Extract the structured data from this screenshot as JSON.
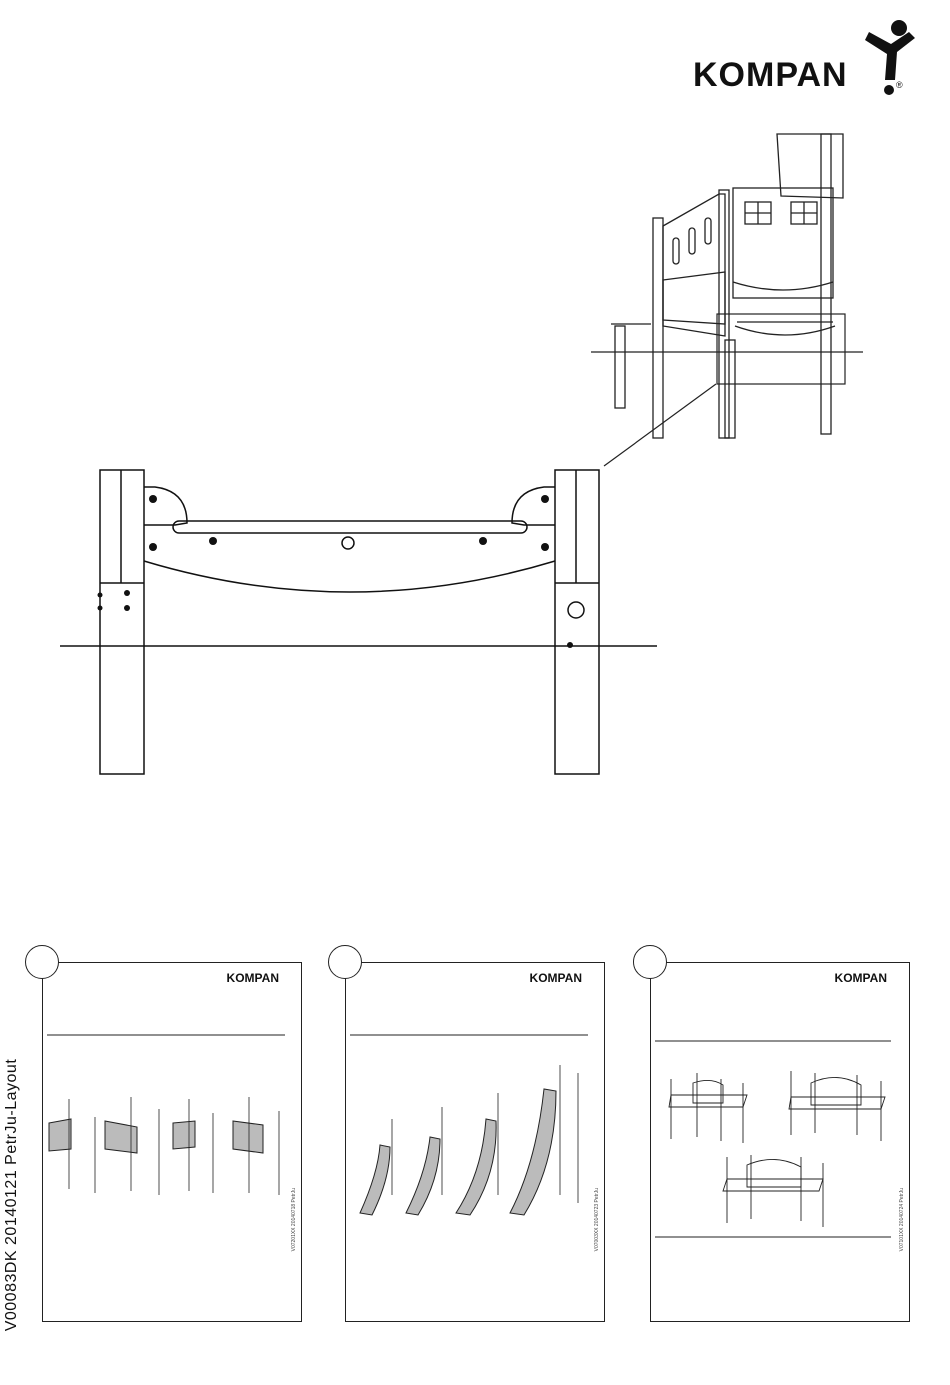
{
  "brand": {
    "name": "KOMPAN",
    "mark": "®"
  },
  "side_label": "V00083DK  20140121  PetrJu-Layout",
  "thumbnails": [
    {
      "brand": "KOMPAN",
      "code": "V07201XX  20140718  PetrJu"
    },
    {
      "brand": "KOMPAN",
      "code": "V07003XX  20140723  PetrJu"
    },
    {
      "brand": "KOMPAN",
      "code": "V07101XX  20140724  PetrJu"
    }
  ]
}
